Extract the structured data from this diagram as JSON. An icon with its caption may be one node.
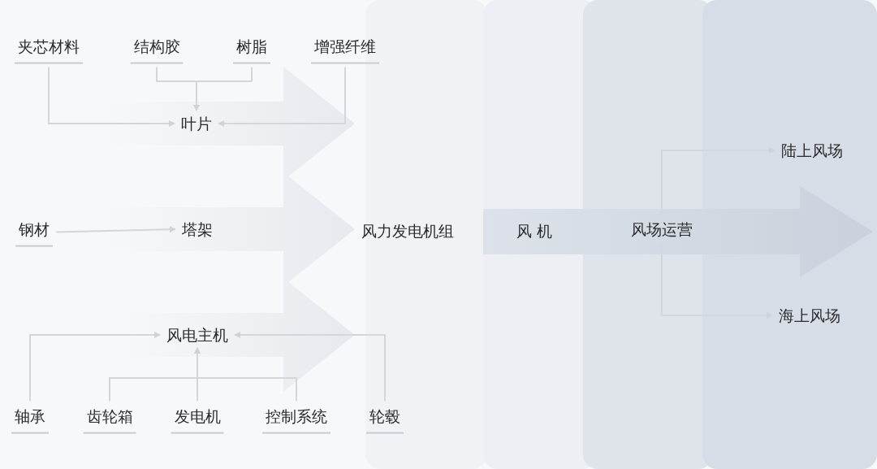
{
  "diagram": {
    "nodes": [
      {
        "text": [
          "夹芯材料"
        ]
      },
      {
        "text": [
          "结构胶"
        ]
      },
      {
        "text": [
          "树脂"
        ]
      },
      {
        "text": [
          "增强纤维"
        ]
      },
      {
        "text": [
          "叶片"
        ]
      },
      {
        "text": [
          "钢材"
        ]
      },
      {
        "text": [
          "塔架"
        ]
      },
      {
        "text": [
          "风电主机"
        ]
      },
      {
        "text": [
          "轴承"
        ]
      },
      {
        "text": [
          "齿轮箱"
        ]
      },
      {
        "text": [
          "发电机"
        ]
      },
      {
        "text": [
          "控制系统"
        ]
      },
      {
        "text": [
          "轮毂"
        ]
      },
      {
        "text": [
          "风力发电机组"
        ]
      },
      {
        "text": [
          "风 机"
        ]
      },
      {
        "text": [
          "风场运营"
        ]
      },
      {
        "text": [
          "陆上风场"
        ]
      },
      {
        "text": [
          "海上风场"
        ]
      }
    ],
    "edges": [
      {
        "from": 0,
        "to": 4,
        "arrow": "to"
      },
      {
        "from": 1,
        "to": 4,
        "arrow": "to"
      },
      {
        "from": 2,
        "to": 4,
        "arrow": "to"
      },
      {
        "from": 3,
        "to": 4,
        "arrow": "to"
      },
      {
        "from": 5,
        "to": 6,
        "arrow": "to"
      },
      {
        "from": 8,
        "to": 7,
        "arrow": "to"
      },
      {
        "from": 9,
        "to": 7,
        "arrow": "to"
      },
      {
        "from": 10,
        "to": 7,
        "arrow": "to"
      },
      {
        "from": 11,
        "to": 7,
        "arrow": "to"
      },
      {
        "from": 12,
        "to": 7,
        "arrow": "to"
      },
      {
        "from": 15,
        "to": 16,
        "arrow": "to"
      },
      {
        "from": 15,
        "to": 17,
        "arrow": "to"
      },
      {
        "from": 4,
        "to": 13,
        "arrow": "to",
        "style": "thick"
      },
      {
        "from": 6,
        "to": 13,
        "arrow": "to",
        "style": "thick"
      },
      {
        "from": 7,
        "to": 13,
        "arrow": "to",
        "style": "thick"
      }
    ]
  }
}
